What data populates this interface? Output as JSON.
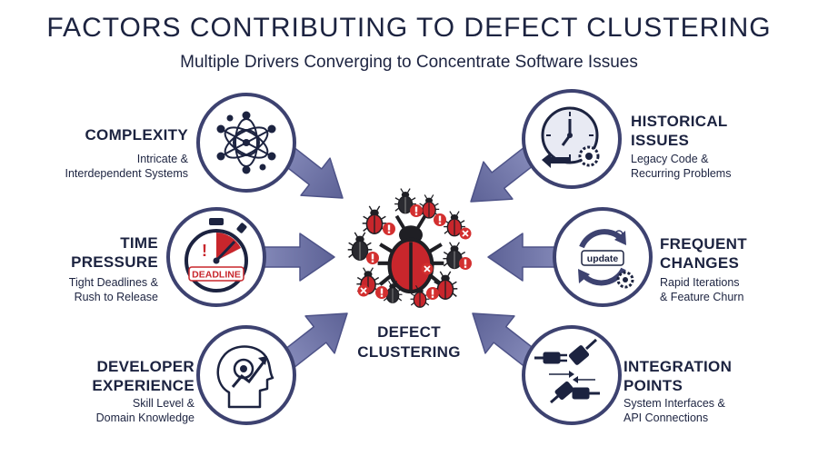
{
  "title": "FACTORS CONTRIBUTING TO DEFECT CLUSTERING",
  "subtitle": "Multiple Drivers Converging to Concentrate Software Issues",
  "center": {
    "line1": "DEFECT",
    "line2": "CLUSTERING"
  },
  "factors": {
    "complexity": {
      "title1": "COMPLEXITY",
      "desc1": "Intricate &",
      "desc2": "Interdependent Systems"
    },
    "time_pressure": {
      "title1": "TIME",
      "title2": "PRESSURE",
      "desc1": "Tight Deadlines &",
      "desc2": "Rush to Release",
      "badge": "DEADLINE"
    },
    "developer_experience": {
      "title1": "DEVELOPER",
      "title2": "EXPERIENCE",
      "desc1": "Skill Level &",
      "desc2": "Domain Knowledge"
    },
    "historical_issues": {
      "title1": "HISTORICAL",
      "title2": "ISSUES",
      "desc1": "Legacy Code &",
      "desc2": "Recurring Problems"
    },
    "frequent_changes": {
      "title1": "FREQUENT",
      "title2": "CHANGES",
      "desc1": "Rapid Iterations",
      "desc2": "& Feature Churn",
      "badge": "update"
    },
    "integration_points": {
      "title1": "INTEGRATION",
      "title2": "POINTS",
      "desc1": "System Interfaces &",
      "desc2": "API Connections"
    }
  },
  "icons": {
    "complexity": "network-icon",
    "time_pressure": "stopwatch-icon",
    "developer_experience": "head-growth-icon",
    "historical_issues": "clock-history-icon",
    "frequent_changes": "update-cycle-icon",
    "integration_points": "plug-connector-icon",
    "center": "bug-cluster-icon"
  },
  "colors": {
    "text": "#1c2340",
    "circle_stroke": "#3d4270",
    "arrow": "#6f74a6",
    "bug_red": "#c8262c",
    "bug_dark": "#1f1f24",
    "alert_red": "#d32f2f"
  }
}
